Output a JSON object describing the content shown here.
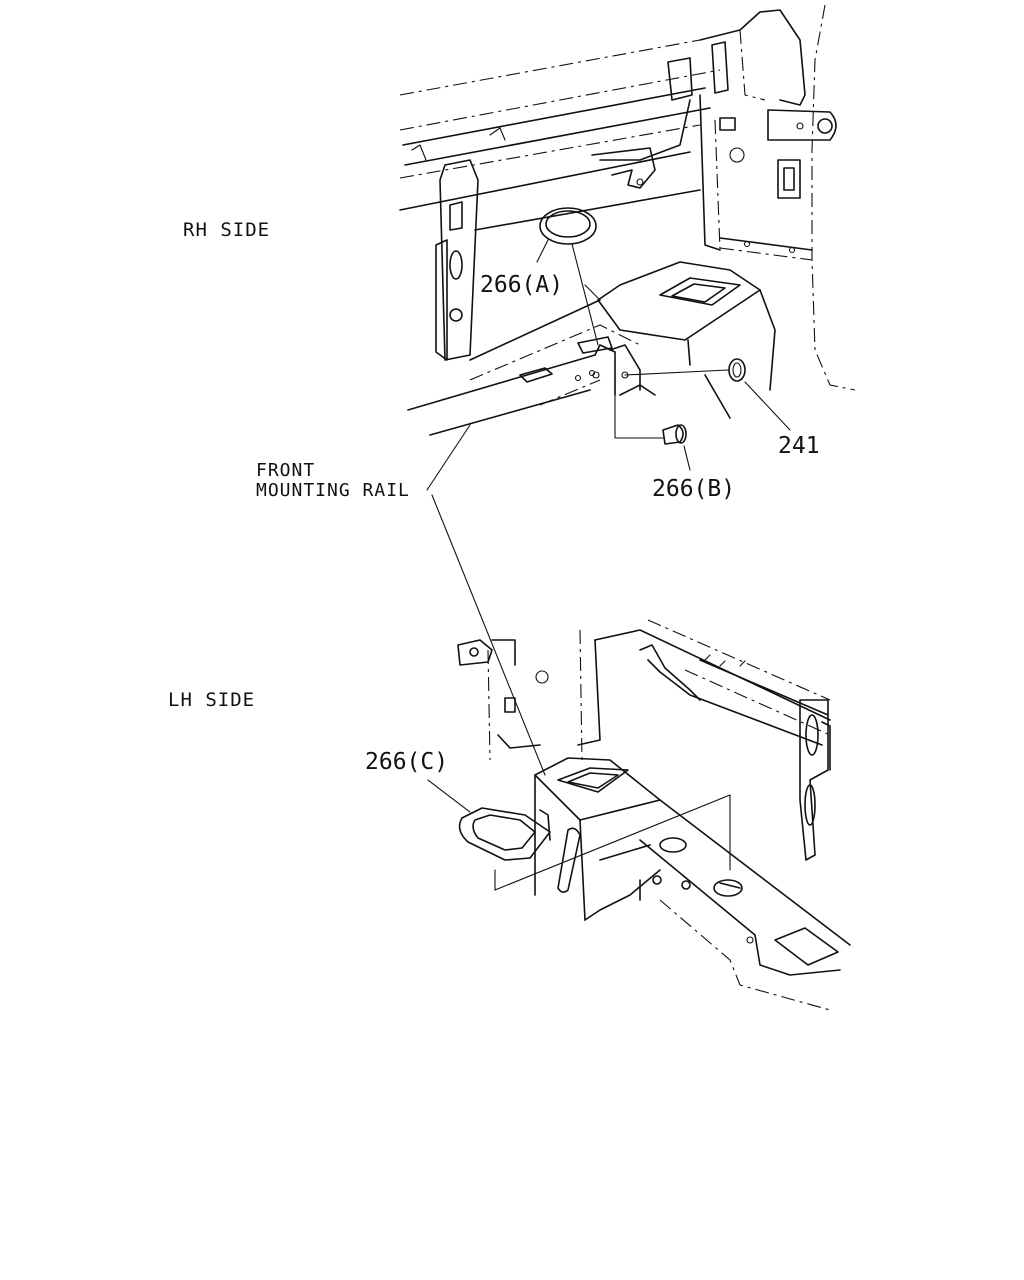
{
  "labels": {
    "rh_side": "RH SIDE",
    "lh_side": "LH SIDE",
    "front_mounting_rail_line1": "FRONT",
    "front_mounting_rail_line2": "MOUNTING RAIL"
  },
  "callouts": {
    "part_266a": "266(A)",
    "part_266b": "266(B)",
    "part_241": "241",
    "part_266c": "266(C)"
  }
}
